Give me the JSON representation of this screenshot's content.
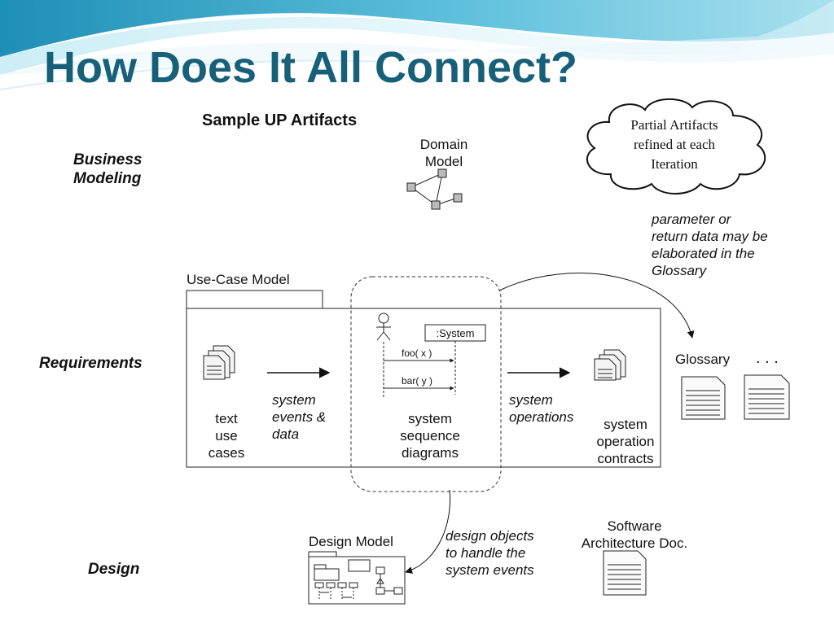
{
  "title": "How Does It All Connect?",
  "diagram": {
    "heading": "Sample UP Artifacts",
    "rows": {
      "business_modeling": "Business\nModeling",
      "requirements": "Requirements",
      "design": "Design"
    },
    "domain_model": "Domain\nModel",
    "cloud_note": "Partial Artifacts\nrefined at each\nIteration",
    "glossary_note": "parameter or\nreturn data may be\nelaborated in the\nGlossary",
    "use_case_model": "Use-Case Model",
    "system_label": ":System",
    "msg_foo": "foo( x )",
    "msg_bar": "bar( y )",
    "text_use_cases": "text\nuse\ncases",
    "system_events_data": "system\nevents &\ndata",
    "ssd": "system\nsequence\ndiagrams",
    "system_operations": "system\noperations",
    "op_contracts": "system\noperation\ncontracts",
    "glossary": "Glossary",
    "ellipsis": ". . .",
    "design_model": "Design Model",
    "design_objects": "design objects\nto handle the\nsystem events",
    "sad": "Software\nArchitecture Doc."
  },
  "colors": {
    "title": "#17607a",
    "wave_light": "#bfe6f1",
    "wave_mid": "#6cc3dc",
    "wave_dark": "#2f9fc0"
  }
}
